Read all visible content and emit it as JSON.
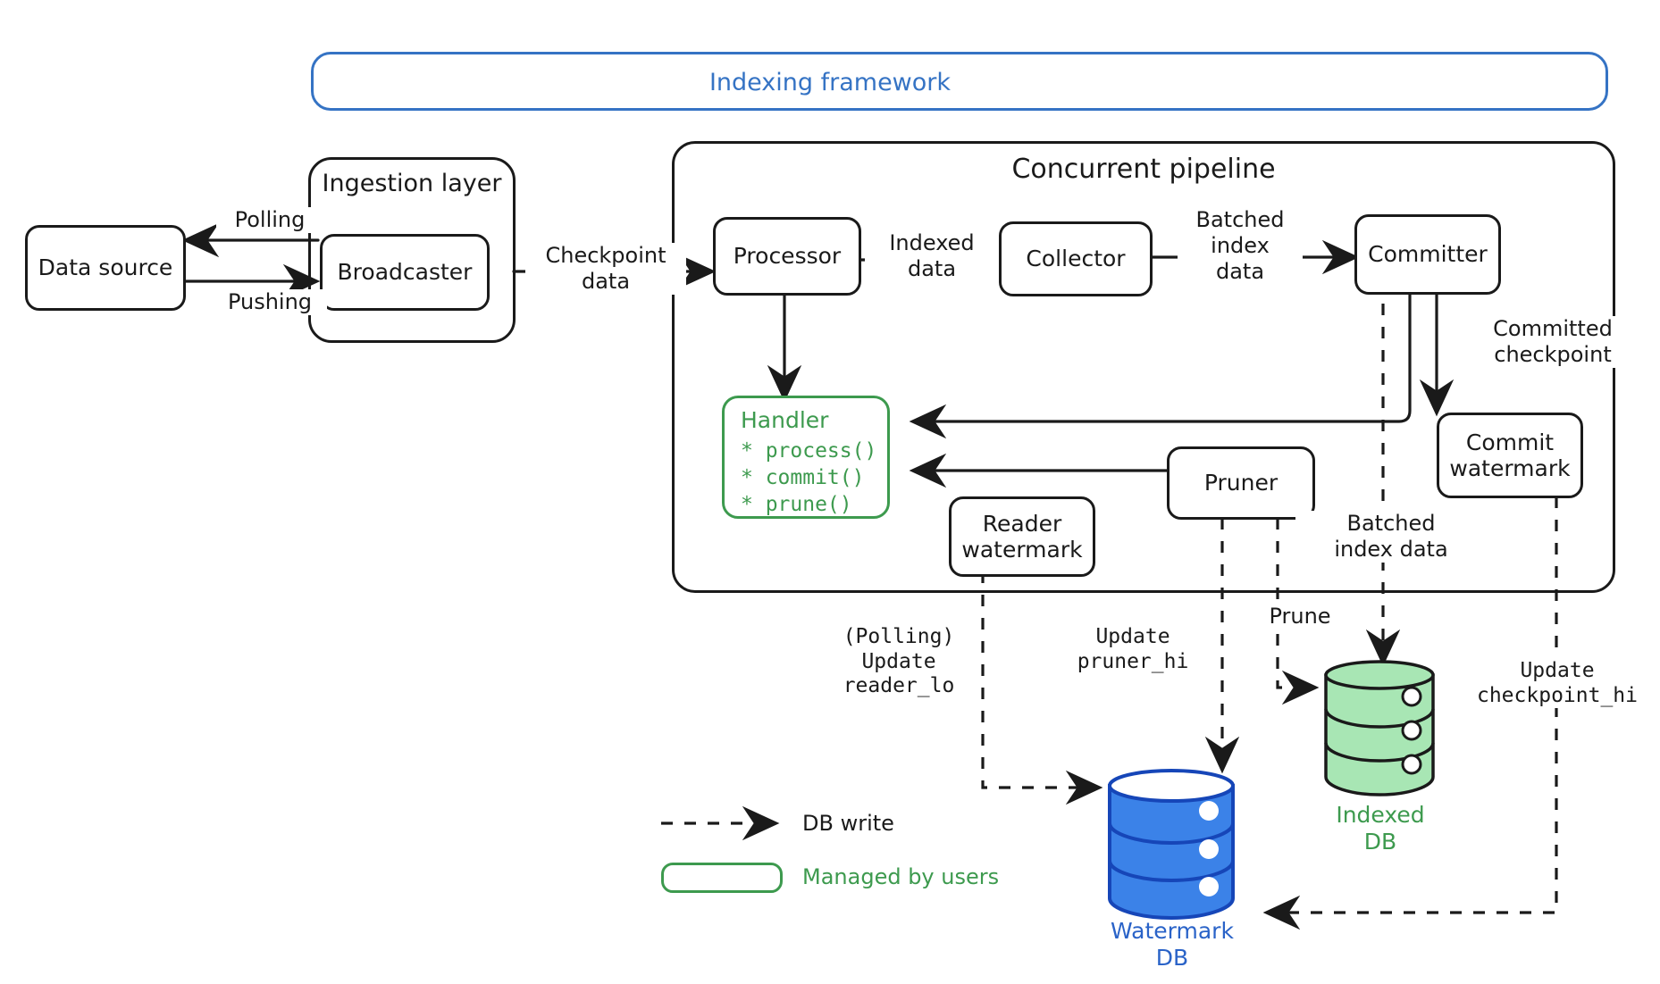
{
  "diagram": {
    "title": "Indexing framework",
    "groups": [
      {
        "id": "indexing-framework",
        "label": "Indexing framework"
      },
      {
        "id": "ingestion-layer",
        "label": "Ingestion layer"
      },
      {
        "id": "concurrent-pipeline",
        "label": "Concurrent pipeline"
      }
    ],
    "nodes": {
      "data_source": "Data source",
      "broadcaster": "Broadcaster",
      "processor": "Processor",
      "collector": "Collector",
      "committer": "Committer",
      "commit_watermark": "Commit\nwatermark",
      "pruner": "Pruner",
      "reader_watermark": "Reader\nwatermark"
    },
    "handler": {
      "title": "Handler",
      "methods": [
        "* process()",
        "* commit()",
        "* prune()"
      ]
    },
    "edge_labels": {
      "polling": "Polling",
      "pushing": "Pushing",
      "checkpoint_data": "Checkpoint\ndata",
      "indexed_data": "Indexed\ndata",
      "batched_index_data_top": "Batched\nindex\ndata",
      "committed_checkpoint": "Committed\ncheckpoint",
      "batched_index_data_bottom": "Batched\nindex data",
      "prune": "Prune",
      "polling_update_reader_lo": "(Polling)\nUpdate\nreader_lo",
      "update_pruner_hi": "Update\npruner_hi",
      "update_checkpoint_hi": "Update\ncheckpoint_hi"
    },
    "databases": [
      {
        "id": "watermark-db",
        "caption": "Watermark\nDB",
        "color": "#2a63c8",
        "fill": "#3b82e8"
      },
      {
        "id": "indexed-db",
        "caption": "Indexed\nDB",
        "color": "#3d9a4e",
        "fill": "#a8e6b4"
      }
    ],
    "legend": [
      {
        "id": "db-write",
        "type": "dashed-arrow",
        "label": "DB write",
        "color": "#1a1a1a"
      },
      {
        "id": "managed-by-users",
        "type": "green-box",
        "label": "Managed by users",
        "color": "#3d9a4e"
      }
    ],
    "colors": {
      "ink": "#1a1a1a",
      "blue": "#3573c4",
      "green": "#3d9a4e",
      "db_blue_fill": "#3b82e8",
      "db_green_fill": "#a8e6b4"
    }
  }
}
